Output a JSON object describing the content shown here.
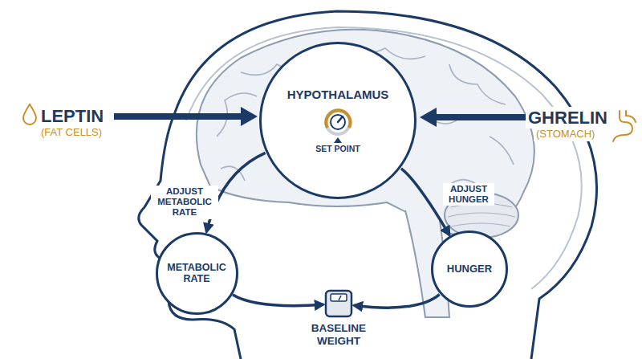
{
  "diagram": {
    "nodes": [
      {
        "text": [
          "HYPOTHALAMUS",
          "SET POINT"
        ]
      },
      {
        "text": [
          "METABOLIC RATE"
        ]
      },
      {
        "text": [
          "HUNGER"
        ]
      },
      {
        "text": [
          "BASELINE WEIGHT"
        ]
      }
    ],
    "edges": [
      {
        "from": 0,
        "to": 1,
        "label": "ADJUST METABOLIC RATE",
        "arrow": "to"
      },
      {
        "from": 0,
        "to": 2,
        "label": "ADJUST HUNGER",
        "arrow": "to"
      },
      {
        "from": 1,
        "to": 3,
        "arrow": "to"
      },
      {
        "from": 2,
        "to": 3,
        "arrow": "to"
      }
    ],
    "labels": [
      "LEPTIN",
      "(FAT CELLS)",
      "GHRELIN",
      "(STOMACH)"
    ]
  }
}
